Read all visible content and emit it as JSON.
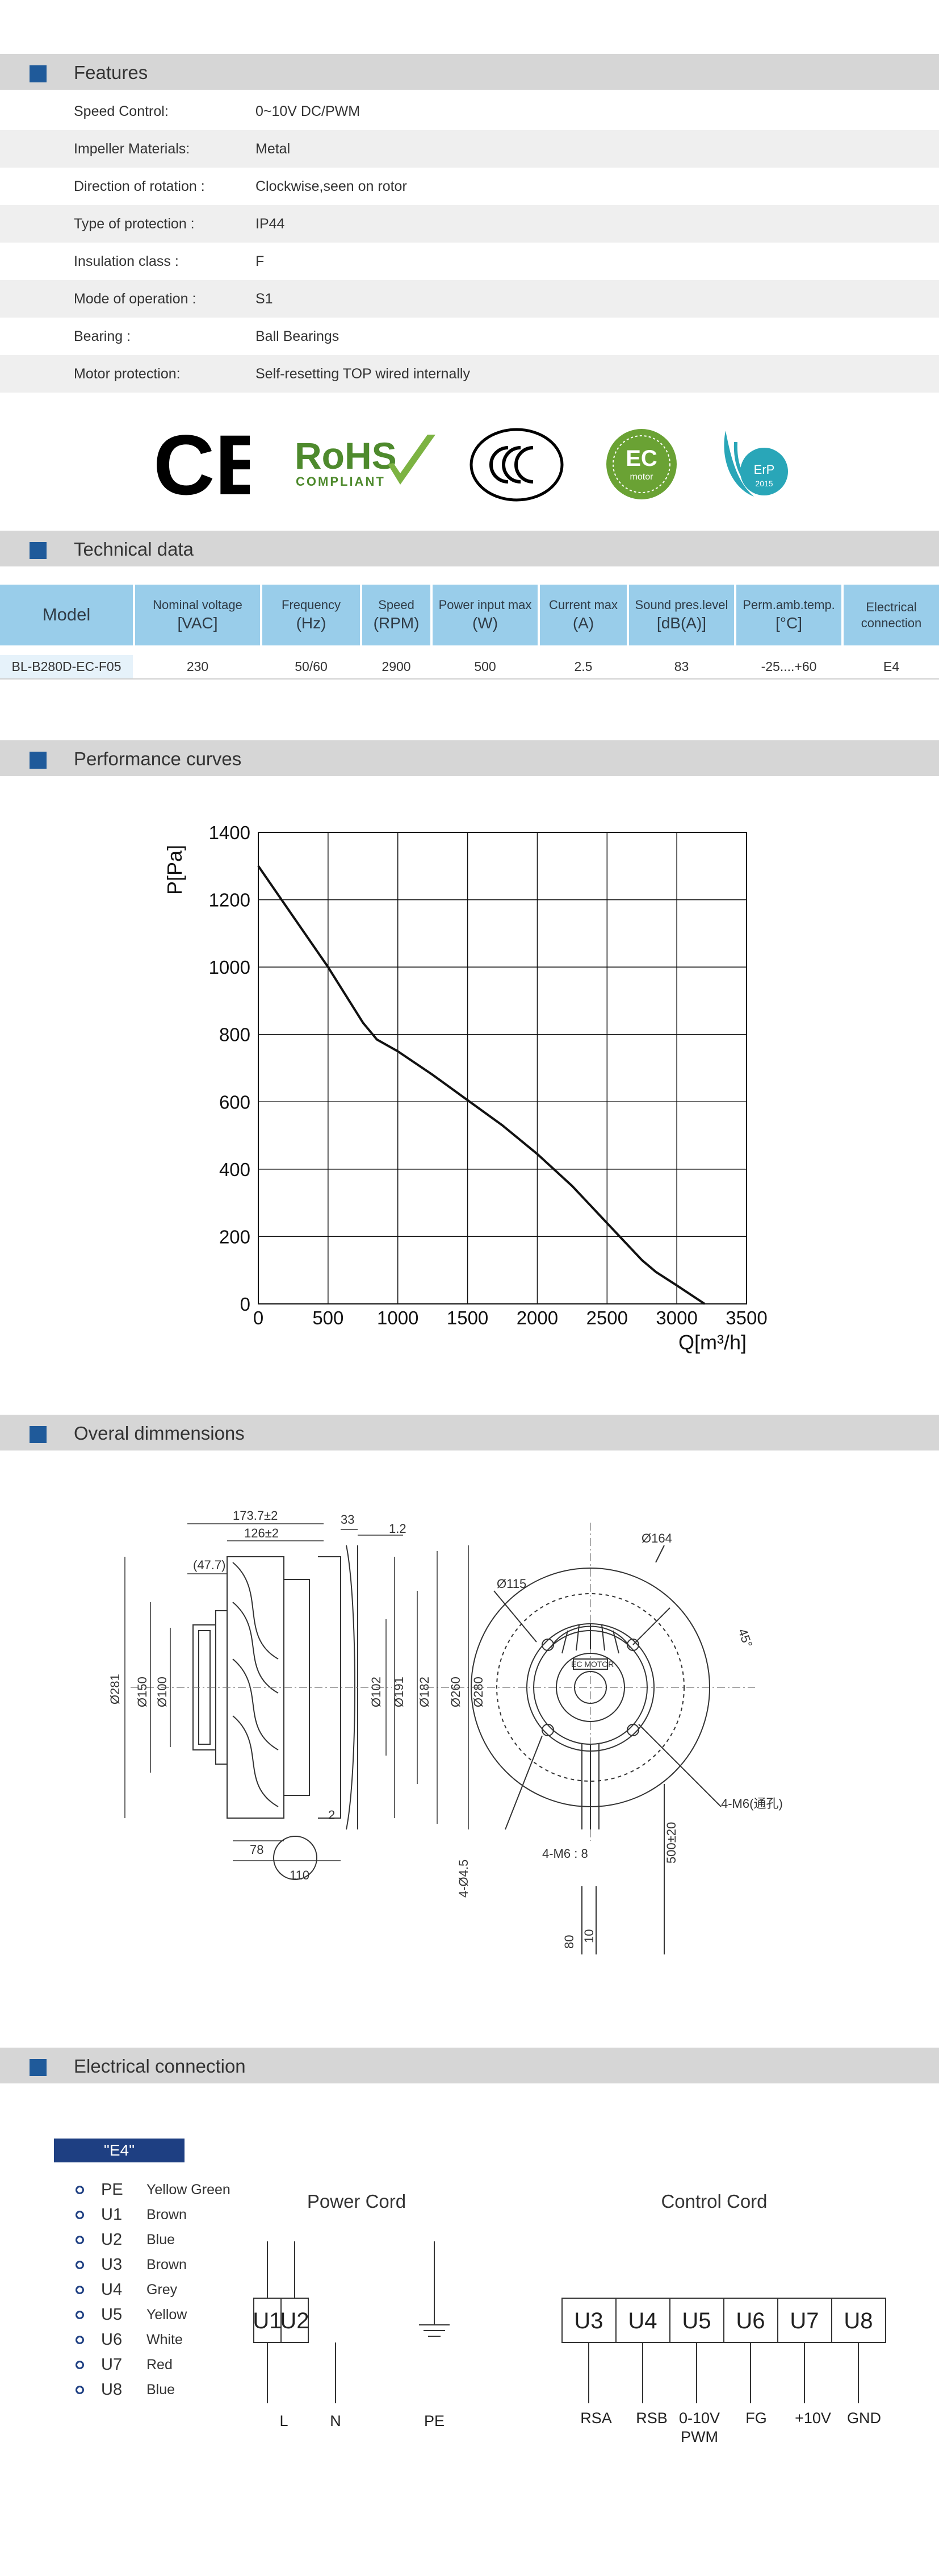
{
  "sections": {
    "features": "Features",
    "technical": "Technical data",
    "performance": "Performance curves",
    "dimensions": "Overal dimmensions",
    "electrical": "Electrical  connection"
  },
  "features": [
    {
      "label": "Speed Control:",
      "value": "0~10V DC/PWM"
    },
    {
      "label": "Impeller  Materials:",
      "value": "Metal"
    },
    {
      "label": "Direction  of  rotation :",
      "value": "Clockwise,seen on rotor"
    },
    {
      "label": "Type of protection :",
      "value": "IP44"
    },
    {
      "label": "Insulation  class :",
      "value": "F"
    },
    {
      "label": "Mode of operation :",
      "value": "S1"
    },
    {
      "label": "Bearing :",
      "value": "Ball Bearings"
    },
    {
      "label": "Motor protection:",
      "value": "Self-resetting TOP wired internally"
    }
  ],
  "logos": {
    "ce": "CE",
    "rohs": "RoHS",
    "rohs_sub": "COMPLIANT",
    "ec": "EC",
    "ec_sub": "motor",
    "erp": "ErP",
    "erp_sub": "2015",
    "colors": {
      "ec_green": "#6aa234",
      "erp_teal": "#29a6b8",
      "rohs_green": "#4e8a2d"
    }
  },
  "technical": {
    "headers": [
      {
        "l1": "Model",
        "l2": ""
      },
      {
        "l1": "Nominal  voltage",
        "l2": "[VAC]"
      },
      {
        "l1": "Frequency",
        "l2": "(Hz)"
      },
      {
        "l1": "Speed",
        "l2": "(RPM)"
      },
      {
        "l1": "Power input max",
        "l2": "(W)"
      },
      {
        "l1": "Current  max",
        "l2": "(A)"
      },
      {
        "l1": "Sound pres.level",
        "l2": "[dB(A)]"
      },
      {
        "l1": "Perm.amb.temp.",
        "l2": "[°C]"
      },
      {
        "l1": "Electrical",
        "l2": "connection"
      }
    ],
    "row": [
      "BL-B280D-EC-F05",
      "230",
      "50/60",
      "2900",
      "500",
      "2.5",
      "83",
      "-25....+60",
      "E4"
    ]
  },
  "chart_data": {
    "type": "line",
    "xlabel": "Q[m³/h]",
    "ylabel": "P[Pa]",
    "xlim": [
      0,
      3500
    ],
    "ylim": [
      0,
      1400
    ],
    "xticks": [
      "0",
      "500",
      "1000",
      "1500",
      "2000",
      "2500",
      "3000",
      "3500"
    ],
    "yticks": [
      "0",
      "200",
      "400",
      "600",
      "800",
      "1000",
      "1200",
      "1400"
    ],
    "grid": true,
    "series": [
      {
        "x": [
          0,
          250,
          500,
          750,
          850,
          1000,
          1250,
          1500,
          1750,
          2000,
          2250,
          2500,
          2750,
          2850,
          3000,
          3200
        ],
        "y": [
          1300,
          1150,
          1000,
          835,
          785,
          750,
          680,
          605,
          530,
          445,
          350,
          240,
          130,
          95,
          55,
          0
        ]
      }
    ]
  },
  "dimensions": {
    "d_173": "173.7±2",
    "d_126": "126±2",
    "d_47": "(47.7)",
    "d_33": "33",
    "d_1_2": "1.2",
    "d_281": "Ø281",
    "d_150": "Ø150",
    "d_100": "Ø100",
    "d_102": "Ø102",
    "d_191": "Ø191",
    "d_182": "Ø182",
    "d_260": "Ø260",
    "d_280": "Ø280",
    "d_78": "78",
    "d_110": "110",
    "d_2": "2",
    "d_4_45": "4-Ø4.5",
    "d_115": "Ø115",
    "d_164": "Ø164",
    "d_45deg": "45°",
    "d_m6_8": "4-M6 : 8",
    "d_m6": "4-M6(通孔)",
    "d_500": "500±20",
    "d_80": "80",
    "d_10": "10",
    "motor_label": "EC MOTOR"
  },
  "electrical": {
    "badge": "\"E4\"",
    "wires": [
      {
        "code": "PE",
        "color": "Yellow Green"
      },
      {
        "code": "U1",
        "color": "Brown"
      },
      {
        "code": "U2",
        "color": "Blue"
      },
      {
        "code": "U3",
        "color": "Brown"
      },
      {
        "code": "U4",
        "color": "Grey"
      },
      {
        "code": "U5",
        "color": "Yellow"
      },
      {
        "code": "U6",
        "color": "White"
      },
      {
        "code": "U7",
        "color": "Red"
      },
      {
        "code": "U8",
        "color": "Blue"
      }
    ],
    "power_title": "Power Cord",
    "control_title": "Control Cord",
    "power_terms": [
      "U1",
      "U2"
    ],
    "power_labels": [
      "L",
      "N",
      "PE"
    ],
    "control_terms": [
      "U3",
      "U4",
      "U5",
      "U6",
      "U7",
      "U8"
    ],
    "control_labels": [
      "RSA",
      "RSB",
      "0-10V",
      "FG",
      "+10V",
      "GND"
    ],
    "control_label_sub": "PWM"
  }
}
